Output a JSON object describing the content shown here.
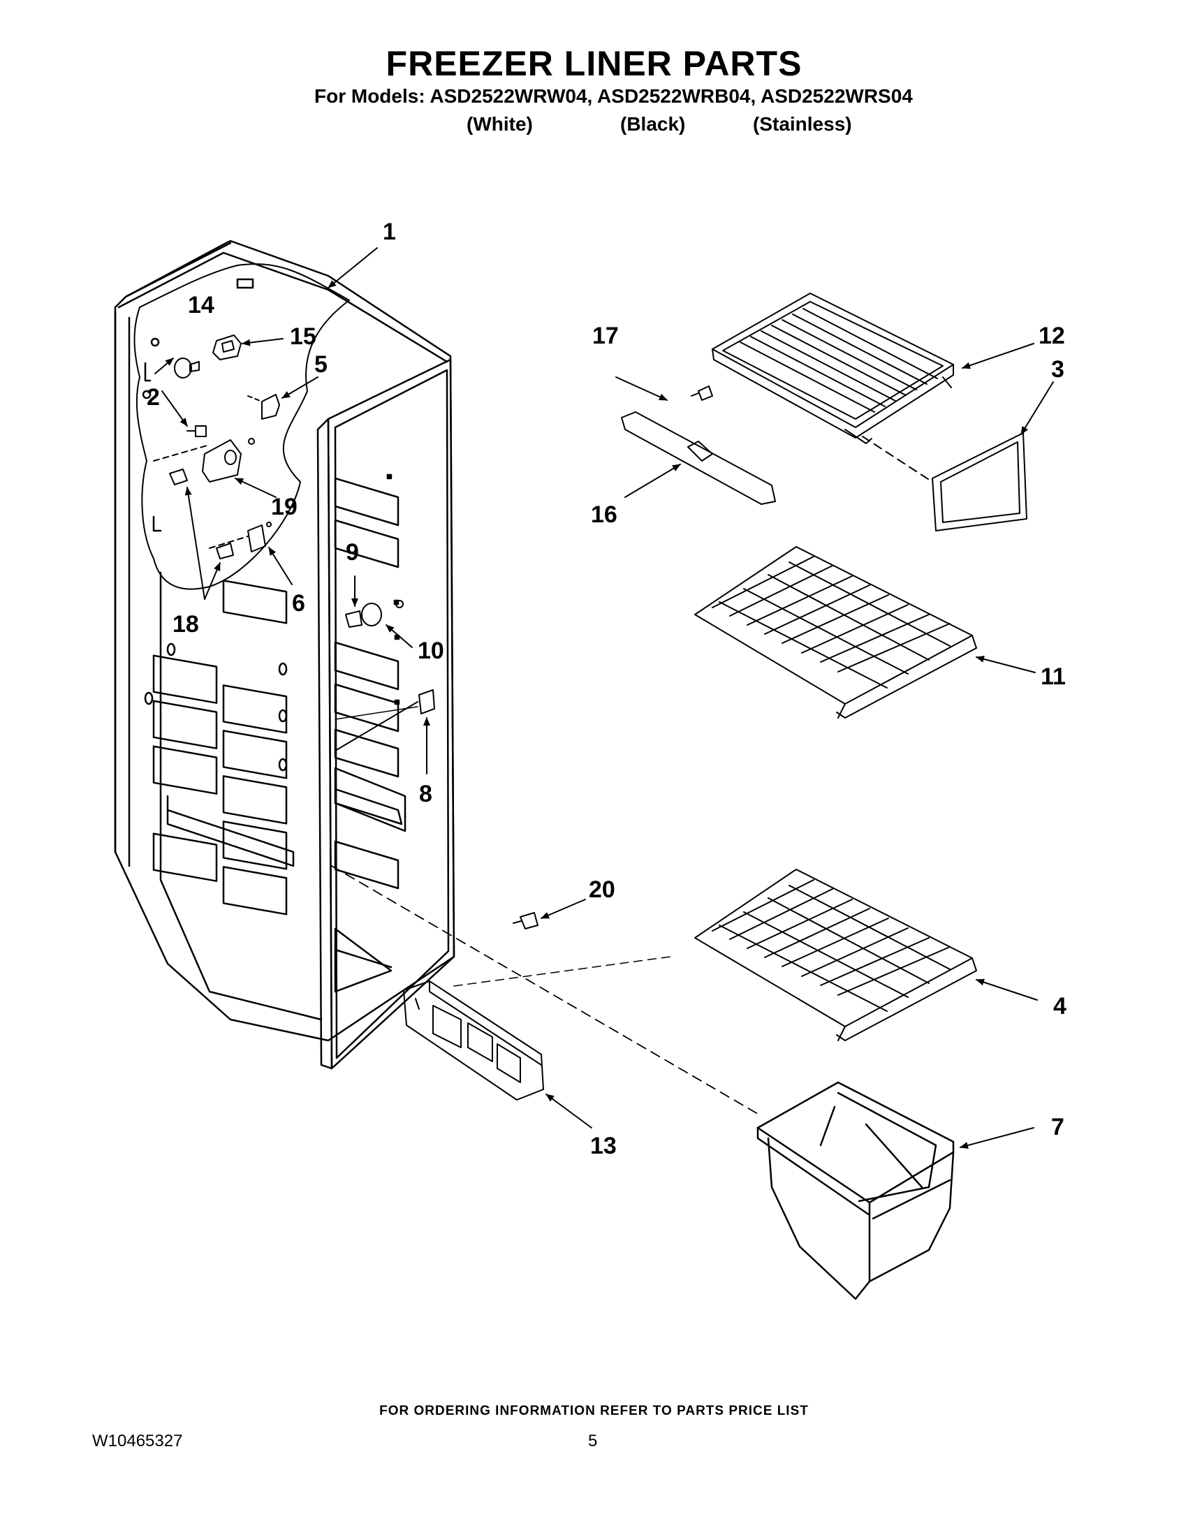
{
  "header": {
    "title": "FREEZER LINER PARTS",
    "models_line": "For Models: ASD2522WRW04, ASD2522WRB04, ASD2522WRS04",
    "variants": [
      "(White)",
      "(Black)",
      "(Stainless)"
    ]
  },
  "callouts": {
    "c1": "1",
    "c2": "2",
    "c3": "3",
    "c4": "4",
    "c5": "5",
    "c6": "6",
    "c7": "7",
    "c8": "8",
    "c9": "9",
    "c10": "10",
    "c11": "11",
    "c12": "12",
    "c13": "13",
    "c14": "14",
    "c15": "15",
    "c16": "16",
    "c17": "17",
    "c18": "18",
    "c19": "19",
    "c20": "20"
  },
  "footer": {
    "note": "FOR ORDERING INFORMATION REFER TO PARTS PRICE LIST",
    "doc_number": "W10465327",
    "page_number": "5"
  }
}
